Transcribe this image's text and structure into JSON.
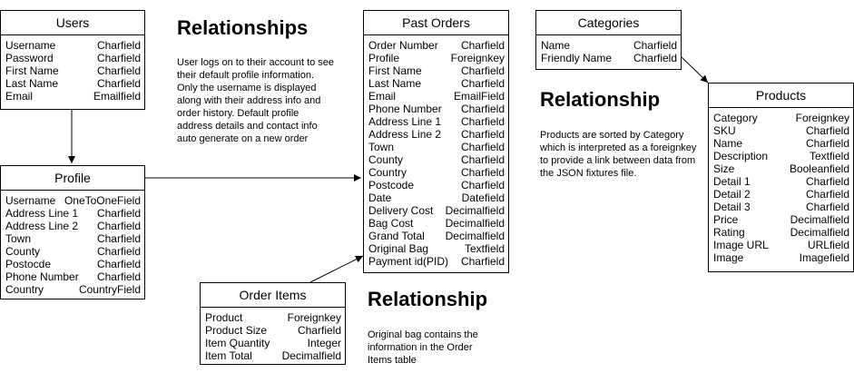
{
  "entities": {
    "users": {
      "title": "Users",
      "fields": [
        {
          "name": "Username",
          "type": "Charfield"
        },
        {
          "name": "Password",
          "type": "Charfield"
        },
        {
          "name": "First Name",
          "type": "Charfield"
        },
        {
          "name": "Last Name",
          "type": "Charfield"
        },
        {
          "name": "Email",
          "type": "Emailfield"
        }
      ]
    },
    "profile": {
      "title": "Profile",
      "fields": [
        {
          "name": "Username",
          "type": "OneToOneField"
        },
        {
          "name": "Address Line 1",
          "type": "Charfield"
        },
        {
          "name": "Address Line 2",
          "type": "Charfield"
        },
        {
          "name": "Town",
          "type": "Charfield"
        },
        {
          "name": "County",
          "type": "Charfield"
        },
        {
          "name": "Postocde",
          "type": "Charfield"
        },
        {
          "name": "Phone Number",
          "type": "Charfield"
        },
        {
          "name": "Country",
          "type": "CountryField"
        }
      ]
    },
    "past_orders": {
      "title": "Past Orders",
      "fields": [
        {
          "name": "Order Number",
          "type": "Charfield"
        },
        {
          "name": "Profile",
          "type": "Foreignkey"
        },
        {
          "name": "First Name",
          "type": "Charfield"
        },
        {
          "name": "Last Name",
          "type": "Charfield"
        },
        {
          "name": "Email",
          "type": "EmailField"
        },
        {
          "name": "Phone Number",
          "type": "Charfield"
        },
        {
          "name": "Address Line 1",
          "type": "Charfield"
        },
        {
          "name": "Address Line 2",
          "type": "Charfield"
        },
        {
          "name": "Town",
          "type": "Charfield"
        },
        {
          "name": "County",
          "type": "Charfield"
        },
        {
          "name": "Country",
          "type": "Charfield"
        },
        {
          "name": "Postcode",
          "type": "Charfield"
        },
        {
          "name": "Date",
          "type": "Datefield"
        },
        {
          "name": "Delivery Cost",
          "type": "Decimalfield"
        },
        {
          "name": "Bag Cost",
          "type": "Decimalfield"
        },
        {
          "name": "Grand Total",
          "type": "Decimalfield"
        },
        {
          "name": "Original Bag",
          "type": "Textfield"
        },
        {
          "name": "Payment id(PID)",
          "type": "Charfield"
        }
      ]
    },
    "order_items": {
      "title": "Order Items",
      "fields": [
        {
          "name": "Product",
          "type": "Foreignkey"
        },
        {
          "name": "Product Size",
          "type": "Charfield"
        },
        {
          "name": "Item Quantity",
          "type": "Integer"
        },
        {
          "name": "Item Total",
          "type": "Decimalfield"
        }
      ]
    },
    "categories": {
      "title": "Categories",
      "fields": [
        {
          "name": "Name",
          "type": "Charfield"
        },
        {
          "name": "Friendly Name",
          "type": "Charfield"
        }
      ]
    },
    "products": {
      "title": "Products",
      "fields": [
        {
          "name": "Category",
          "type": "Foreignkey"
        },
        {
          "name": "SKU",
          "type": "Charfield"
        },
        {
          "name": "Name",
          "type": "Charfield"
        },
        {
          "name": "Description",
          "type": "Textfield"
        },
        {
          "name": "Size",
          "type": "Booleanfield"
        },
        {
          "name": "Detail 1",
          "type": "Charfield"
        },
        {
          "name": "Detail 2",
          "type": "Charfield"
        },
        {
          "name": "Detail 3",
          "type": "Charfield"
        },
        {
          "name": "Price",
          "type": "Decimalfield"
        },
        {
          "name": "Rating",
          "type": "Decimalfield"
        },
        {
          "name": "Image URL",
          "type": "URLfield"
        },
        {
          "name": "Image",
          "type": "Imagefield"
        }
      ]
    }
  },
  "notes": {
    "user_profile": {
      "heading": "Relationships",
      "text": "User logs on to their account to see their default profile information. Only the username is displayed along with their address info and order history. Default profile address details and contact info auto generate on a new order"
    },
    "category_product": {
      "heading": "Relationship",
      "text": "Products are sorted by Category which is interpreted as a foreignkey to provide a link between data from the JSON fixtures file."
    },
    "order_items": {
      "heading": "Relationship",
      "text": "Original bag contains the information in the Order Items table"
    }
  }
}
